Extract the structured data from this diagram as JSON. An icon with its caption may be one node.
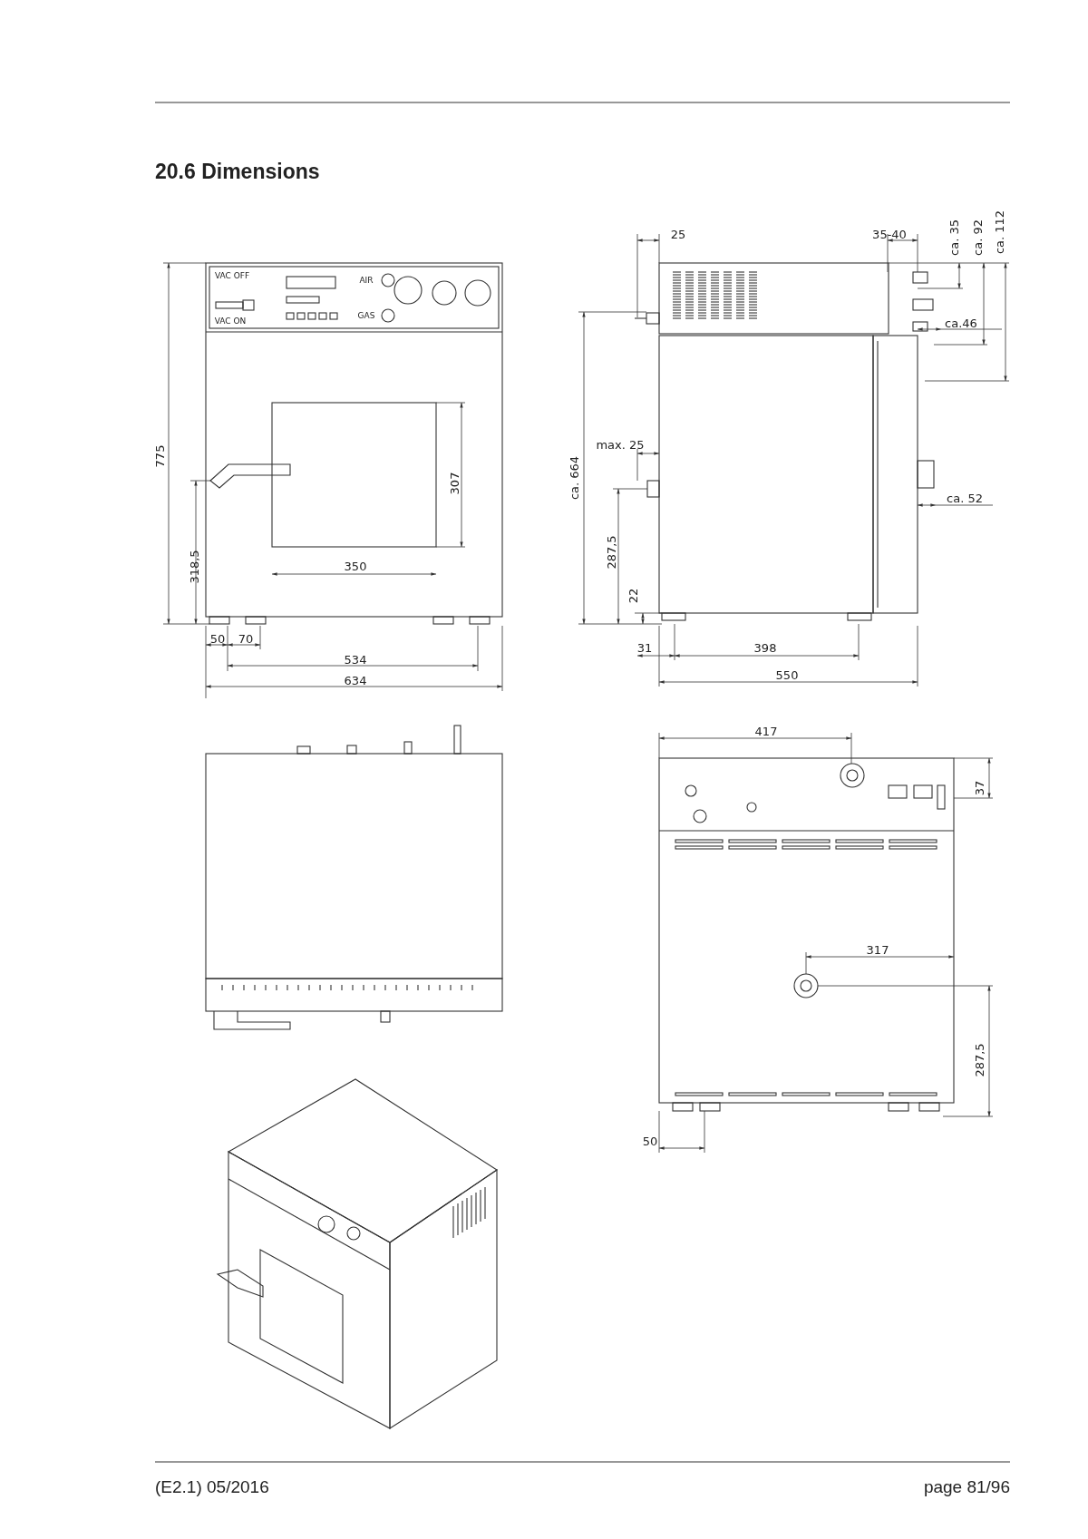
{
  "diagram": {
    "title": "20.6 Dimensions",
    "labels": [
      "VAC OFF",
      "VAC ON",
      "AIR",
      "GAS",
      "25",
      "35-40",
      "ca. 35",
      "ca. 92",
      "ca. 112",
      "775",
      "ca.46",
      "max. 25",
      "ca. 664",
      "307",
      "ca. 52",
      "318,5",
      "287,5",
      "350",
      "22",
      "50",
      "70",
      "31",
      "398",
      "534",
      "550",
      "634",
      "417",
      "37",
      "317",
      "287,5",
      "50",
      "(E2.1) 05/2016",
      "page 81/96"
    ]
  }
}
